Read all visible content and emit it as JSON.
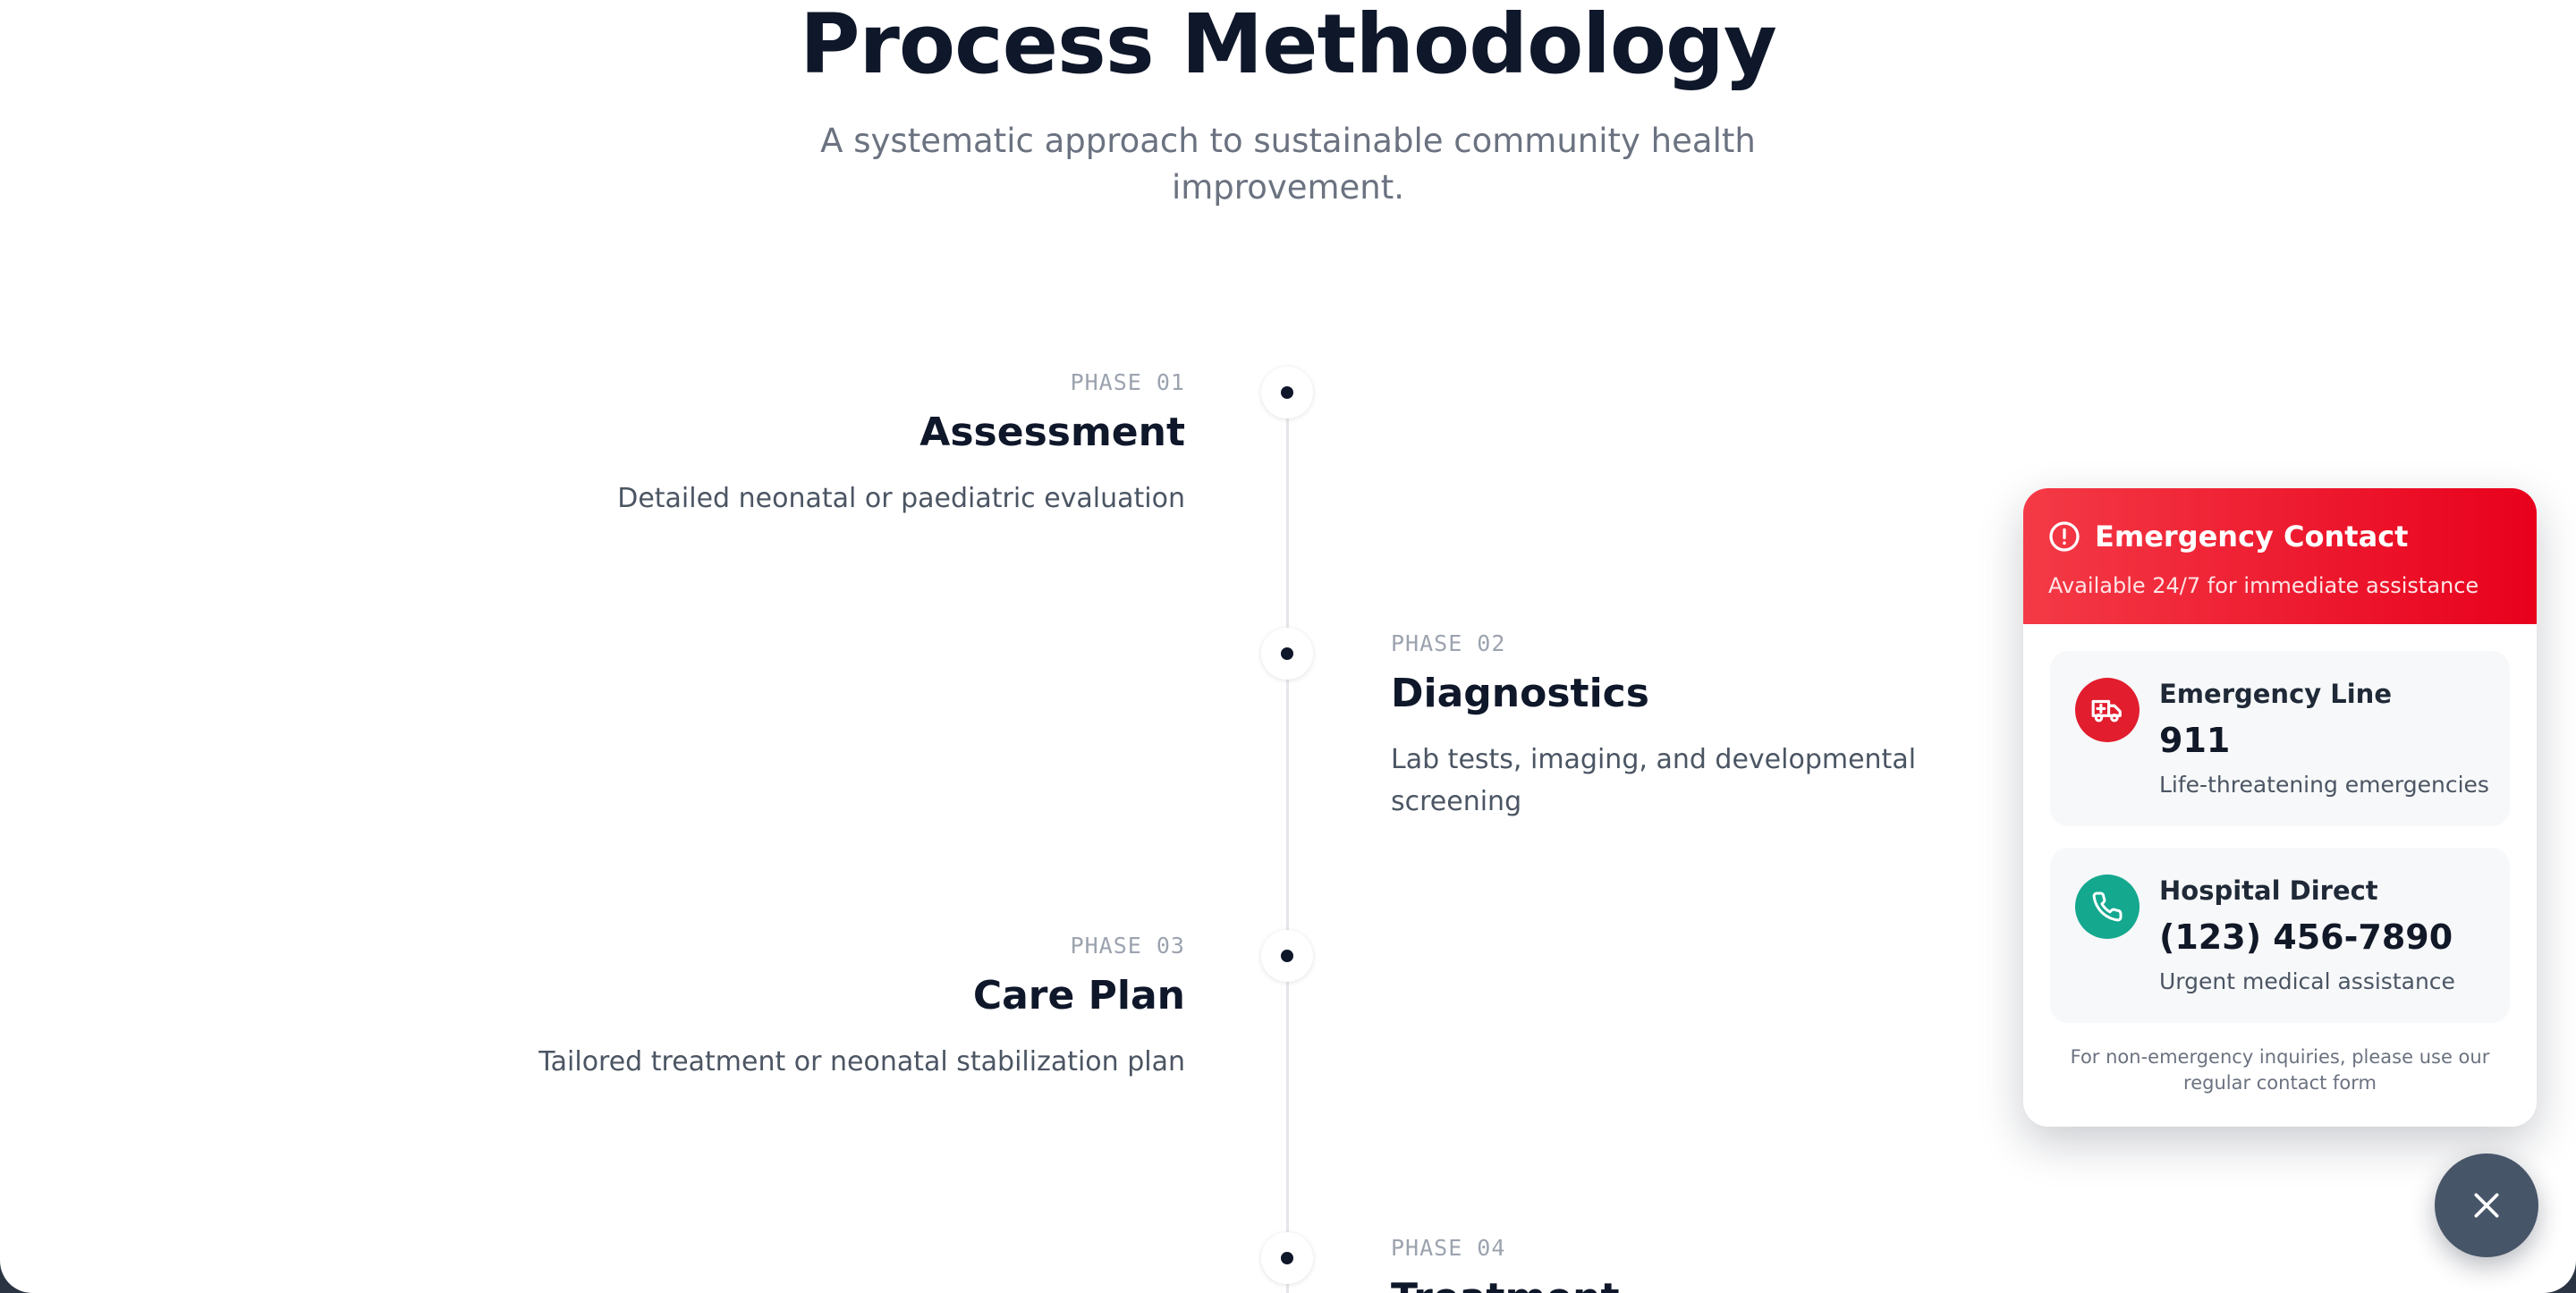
{
  "section": {
    "title": "Process Methodology",
    "subtitle": "A systematic approach to sustainable community health improvement."
  },
  "phases": [
    {
      "label": "PHASE 01",
      "title": "Assessment",
      "description": "Detailed neonatal or paediatric evaluation",
      "side": "left"
    },
    {
      "label": "PHASE 02",
      "title": "Diagnostics",
      "description": "Lab tests, imaging, and developmental screening",
      "side": "right"
    },
    {
      "label": "PHASE 03",
      "title": "Care Plan",
      "description": "Tailored treatment or neonatal stabilization plan",
      "side": "left"
    },
    {
      "label": "PHASE 04",
      "title": "Treatment",
      "description": "",
      "side": "right"
    }
  ],
  "emergency_panel": {
    "title": "Emergency Contact",
    "subtitle": "Available 24/7 for immediate assistance",
    "contacts": [
      {
        "title": "Emergency Line",
        "number": "911",
        "description": "Life-threatening emergencies",
        "icon": "ambulance-icon",
        "color": "#e11d2e"
      },
      {
        "title": "Hospital Direct",
        "number": "(123) 456-7890",
        "description": "Urgent medical assistance",
        "icon": "phone-icon",
        "color": "#14a88f"
      }
    ],
    "footer": "For non-emergency inquiries, please use our regular contact form",
    "header_color": "#e8001c"
  },
  "close_button": {
    "icon": "close-icon",
    "color": "#475569"
  }
}
